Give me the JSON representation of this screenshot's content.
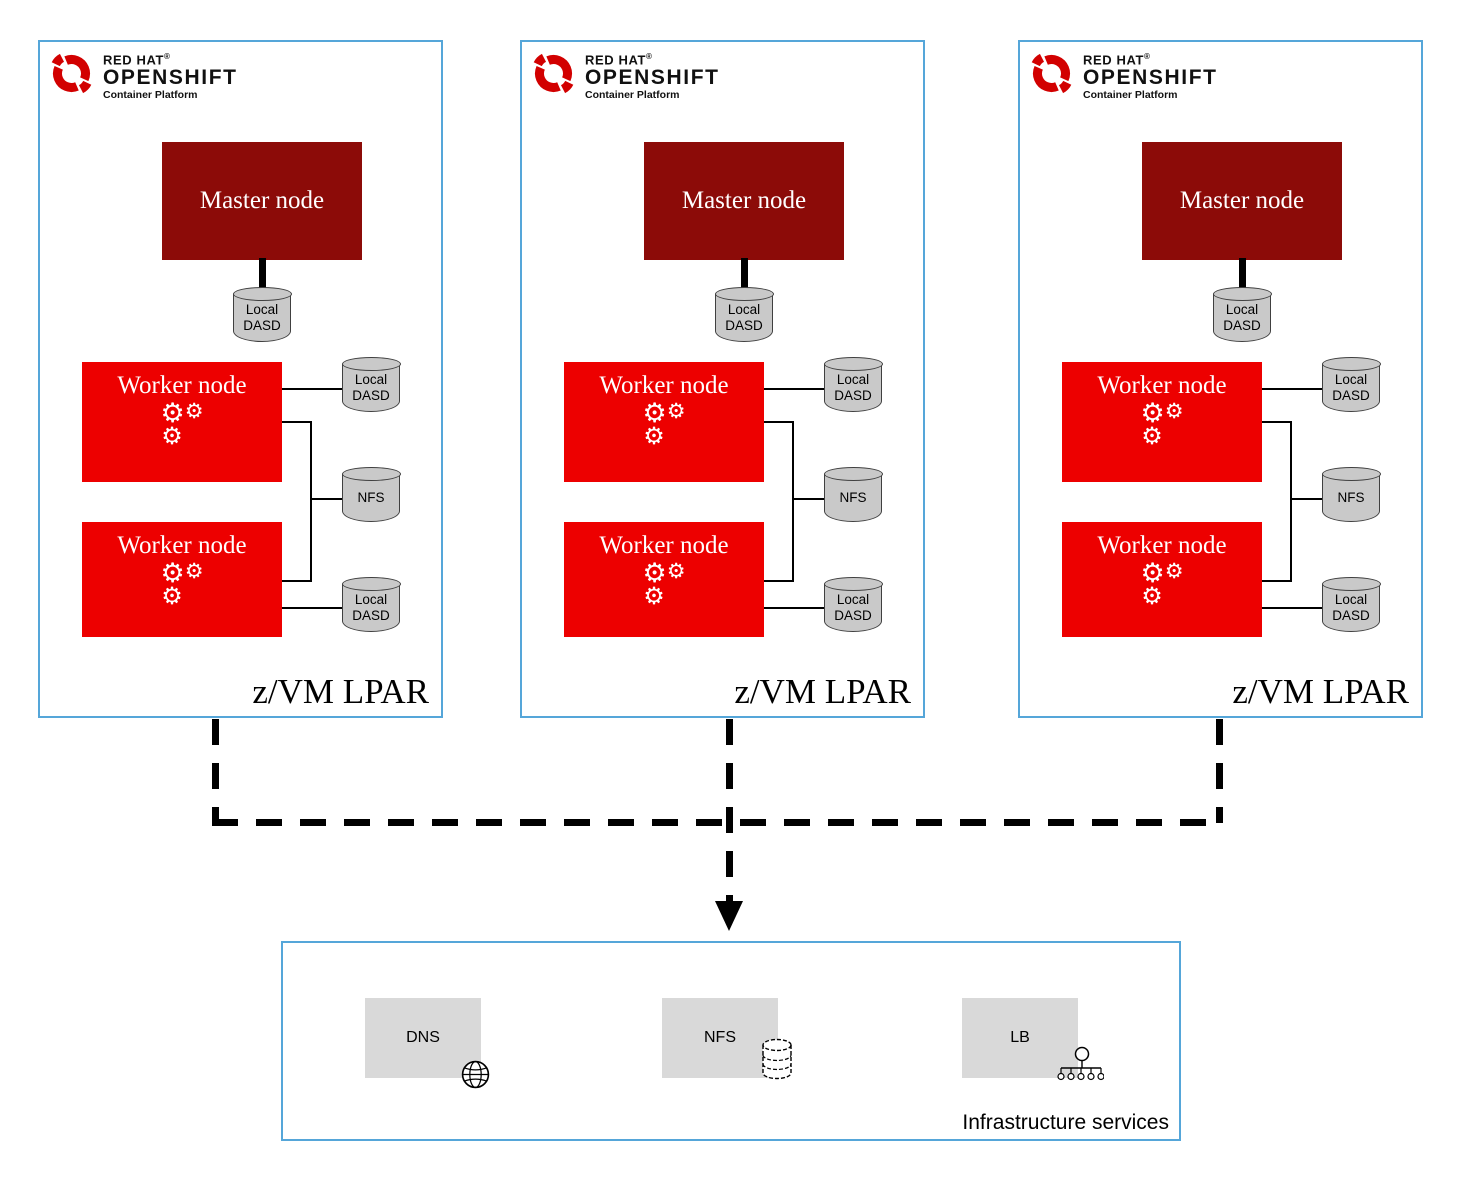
{
  "colors": {
    "lpar-border": "#55a6d9",
    "master-node": "#8c0b08",
    "worker-node": "#ed0000",
    "node-text": "#ffffff",
    "cylinder-fill": "#c9c9c9",
    "cylinder-stroke": "#404040",
    "service-fill": "#d9d9d9",
    "connector": "#000000",
    "logo-red": "#d20000"
  },
  "logo": {
    "brand": "RED HAT",
    "reg": "®",
    "product": "OPENSHIFT",
    "subtitle": "Container Platform"
  },
  "icons": {
    "gear_glyph": "⚙"
  },
  "lpars": [
    {
      "label": "z/VM LPAR",
      "master": {
        "label": "Master node"
      },
      "master_storage": "Local\nDASD",
      "workers": [
        {
          "label": "Worker node"
        },
        {
          "label": "Worker node"
        }
      ],
      "storage": {
        "top": "Local\nDASD",
        "middle": "NFS",
        "bottom": "Local\nDASD"
      }
    },
    {
      "label": "z/VM LPAR",
      "master": {
        "label": "Master node"
      },
      "master_storage": "Local\nDASD",
      "workers": [
        {
          "label": "Worker node"
        },
        {
          "label": "Worker node"
        }
      ],
      "storage": {
        "top": "Local\nDASD",
        "middle": "NFS",
        "bottom": "Local\nDASD"
      }
    },
    {
      "label": "z/VM LPAR",
      "master": {
        "label": "Master node"
      },
      "master_storage": "Local\nDASD",
      "workers": [
        {
          "label": "Worker node"
        },
        {
          "label": "Worker node"
        }
      ],
      "storage": {
        "top": "Local\nDASD",
        "middle": "NFS",
        "bottom": "Local\nDASD"
      }
    }
  ],
  "infrastructure": {
    "label": "Infrastructure services",
    "services": [
      {
        "label": "DNS"
      },
      {
        "label": "NFS"
      },
      {
        "label": "LB"
      }
    ]
  }
}
